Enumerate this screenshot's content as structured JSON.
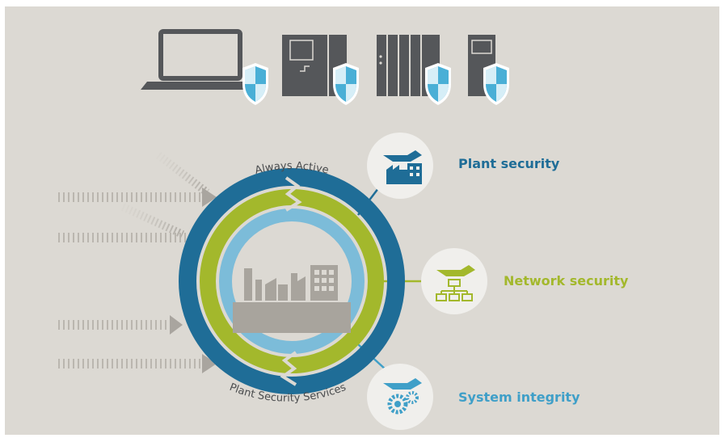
{
  "diagram": {
    "ring_top_label": "Always Active",
    "ring_bottom_label": "Plant Security Services",
    "layers": [
      {
        "label": "Plant security",
        "color": "#1f6d97",
        "icon": "hand-factory-icon"
      },
      {
        "label": "Network security",
        "color": "#a3b82c",
        "icon": "hand-network-icon"
      },
      {
        "label": "System integrity",
        "color": "#3f9fc8",
        "icon": "hand-gears-icon"
      }
    ],
    "devices": [
      {
        "icon": "laptop-shield-icon"
      },
      {
        "icon": "controller-shield-icon"
      },
      {
        "icon": "modular-plc-shield-icon"
      },
      {
        "icon": "compact-module-shield-icon"
      }
    ],
    "colors": {
      "background": "#dcd9d3",
      "outer_ring": "#1f6d97",
      "middle_ring": "#a3b82c",
      "inner_ring": "#7cbcd9",
      "device_gray": "#55575a",
      "shield_blue": "#4aafd6"
    }
  }
}
